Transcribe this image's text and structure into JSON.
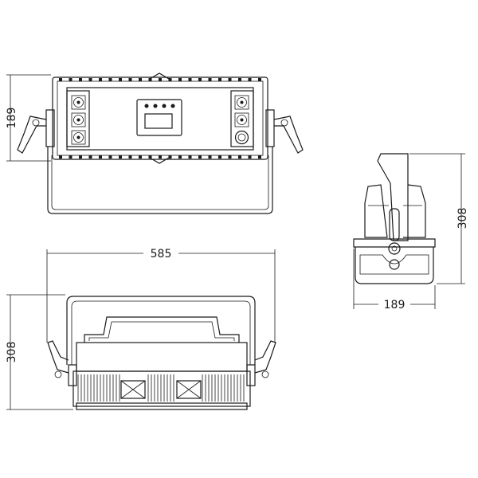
{
  "drawing": {
    "views": [
      "rear-view",
      "top-view",
      "side-view"
    ],
    "dimensions": {
      "rear_height": "189",
      "top_width": "585",
      "top_height": "308",
      "side_height": "308",
      "side_width": "189"
    },
    "colors": {
      "line": "#1a1a1a",
      "background": "#ffffff"
    },
    "icons": [
      "xlr-connector-icon",
      "powercon-connector-icon",
      "display-panel-icon",
      "knob-handle-icon"
    ]
  }
}
